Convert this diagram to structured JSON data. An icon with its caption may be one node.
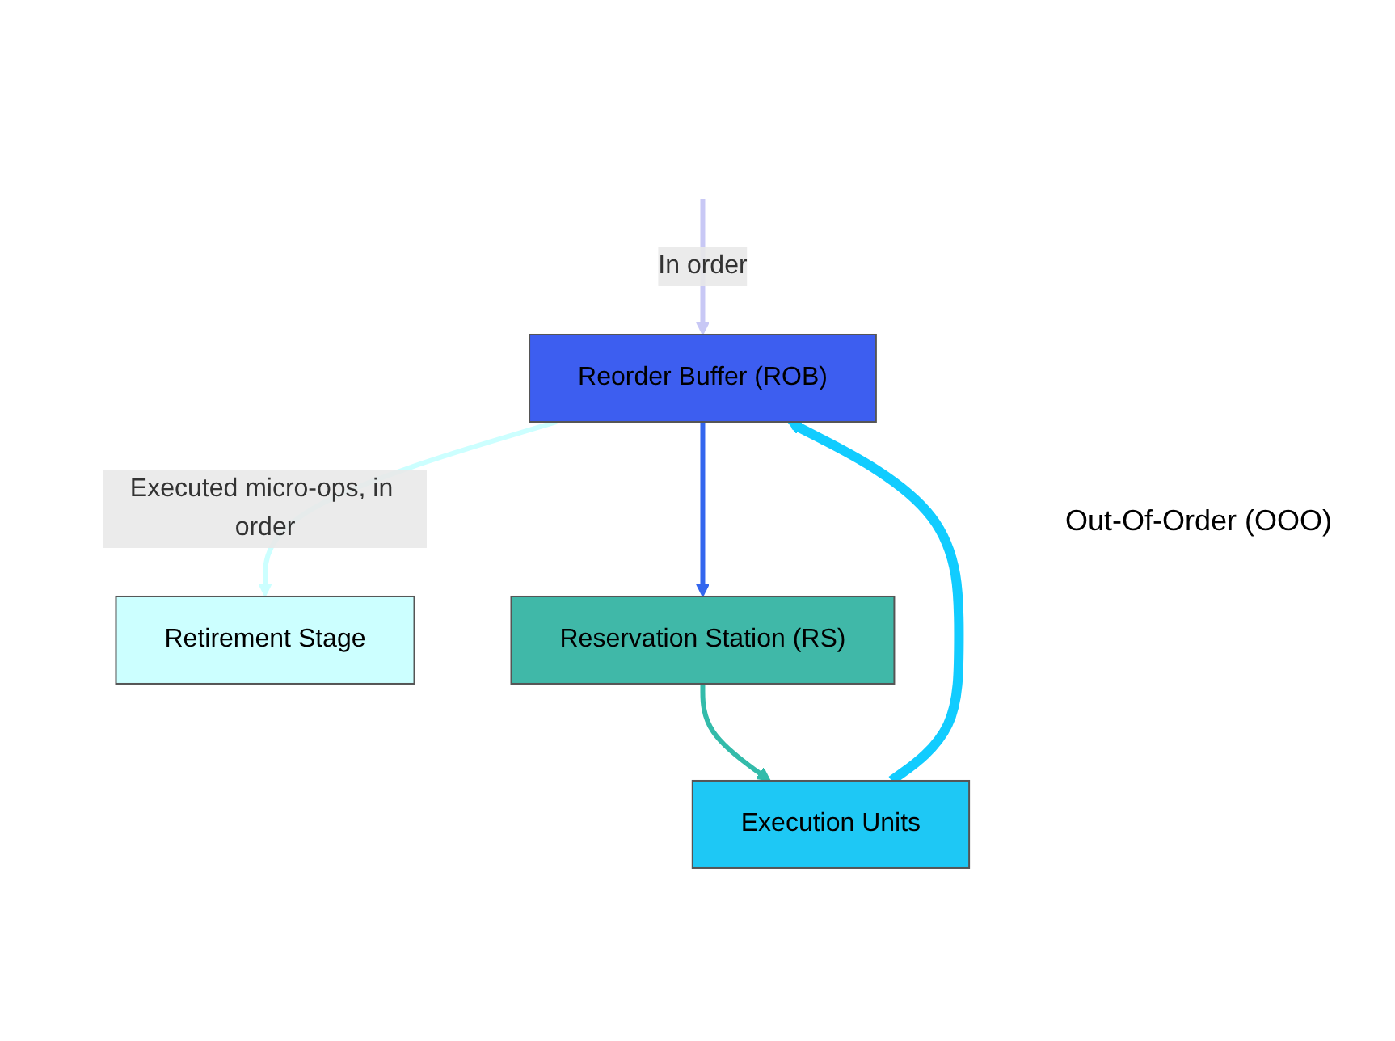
{
  "diagram": {
    "nodes": [
      {
        "text": [
          "Reorder Buffer (ROB)"
        ]
      },
      {
        "text": [
          "Retirement Stage"
        ]
      },
      {
        "text": [
          "Reservation Station (RS)"
        ]
      },
      {
        "text": [
          "Execution Units"
        ]
      }
    ],
    "edges": [
      {
        "from": null,
        "to": 0,
        "arrow": "to",
        "label": "In order",
        "color": "#c8c8f5"
      },
      {
        "from": 0,
        "to": 1,
        "arrow": "to",
        "label": "Executed micro-ops, in order",
        "color": "#ccffff"
      },
      {
        "from": 0,
        "to": 2,
        "arrow": "to",
        "color": "#3366ee"
      },
      {
        "from": 2,
        "to": 3,
        "arrow": "to",
        "color": "#33bbaa"
      },
      {
        "from": 3,
        "to": 0,
        "arrow": "to",
        "style": "thick",
        "color": "#11ccff"
      }
    ],
    "labels": [
      "Out-Of-Order (OOO)"
    ]
  }
}
